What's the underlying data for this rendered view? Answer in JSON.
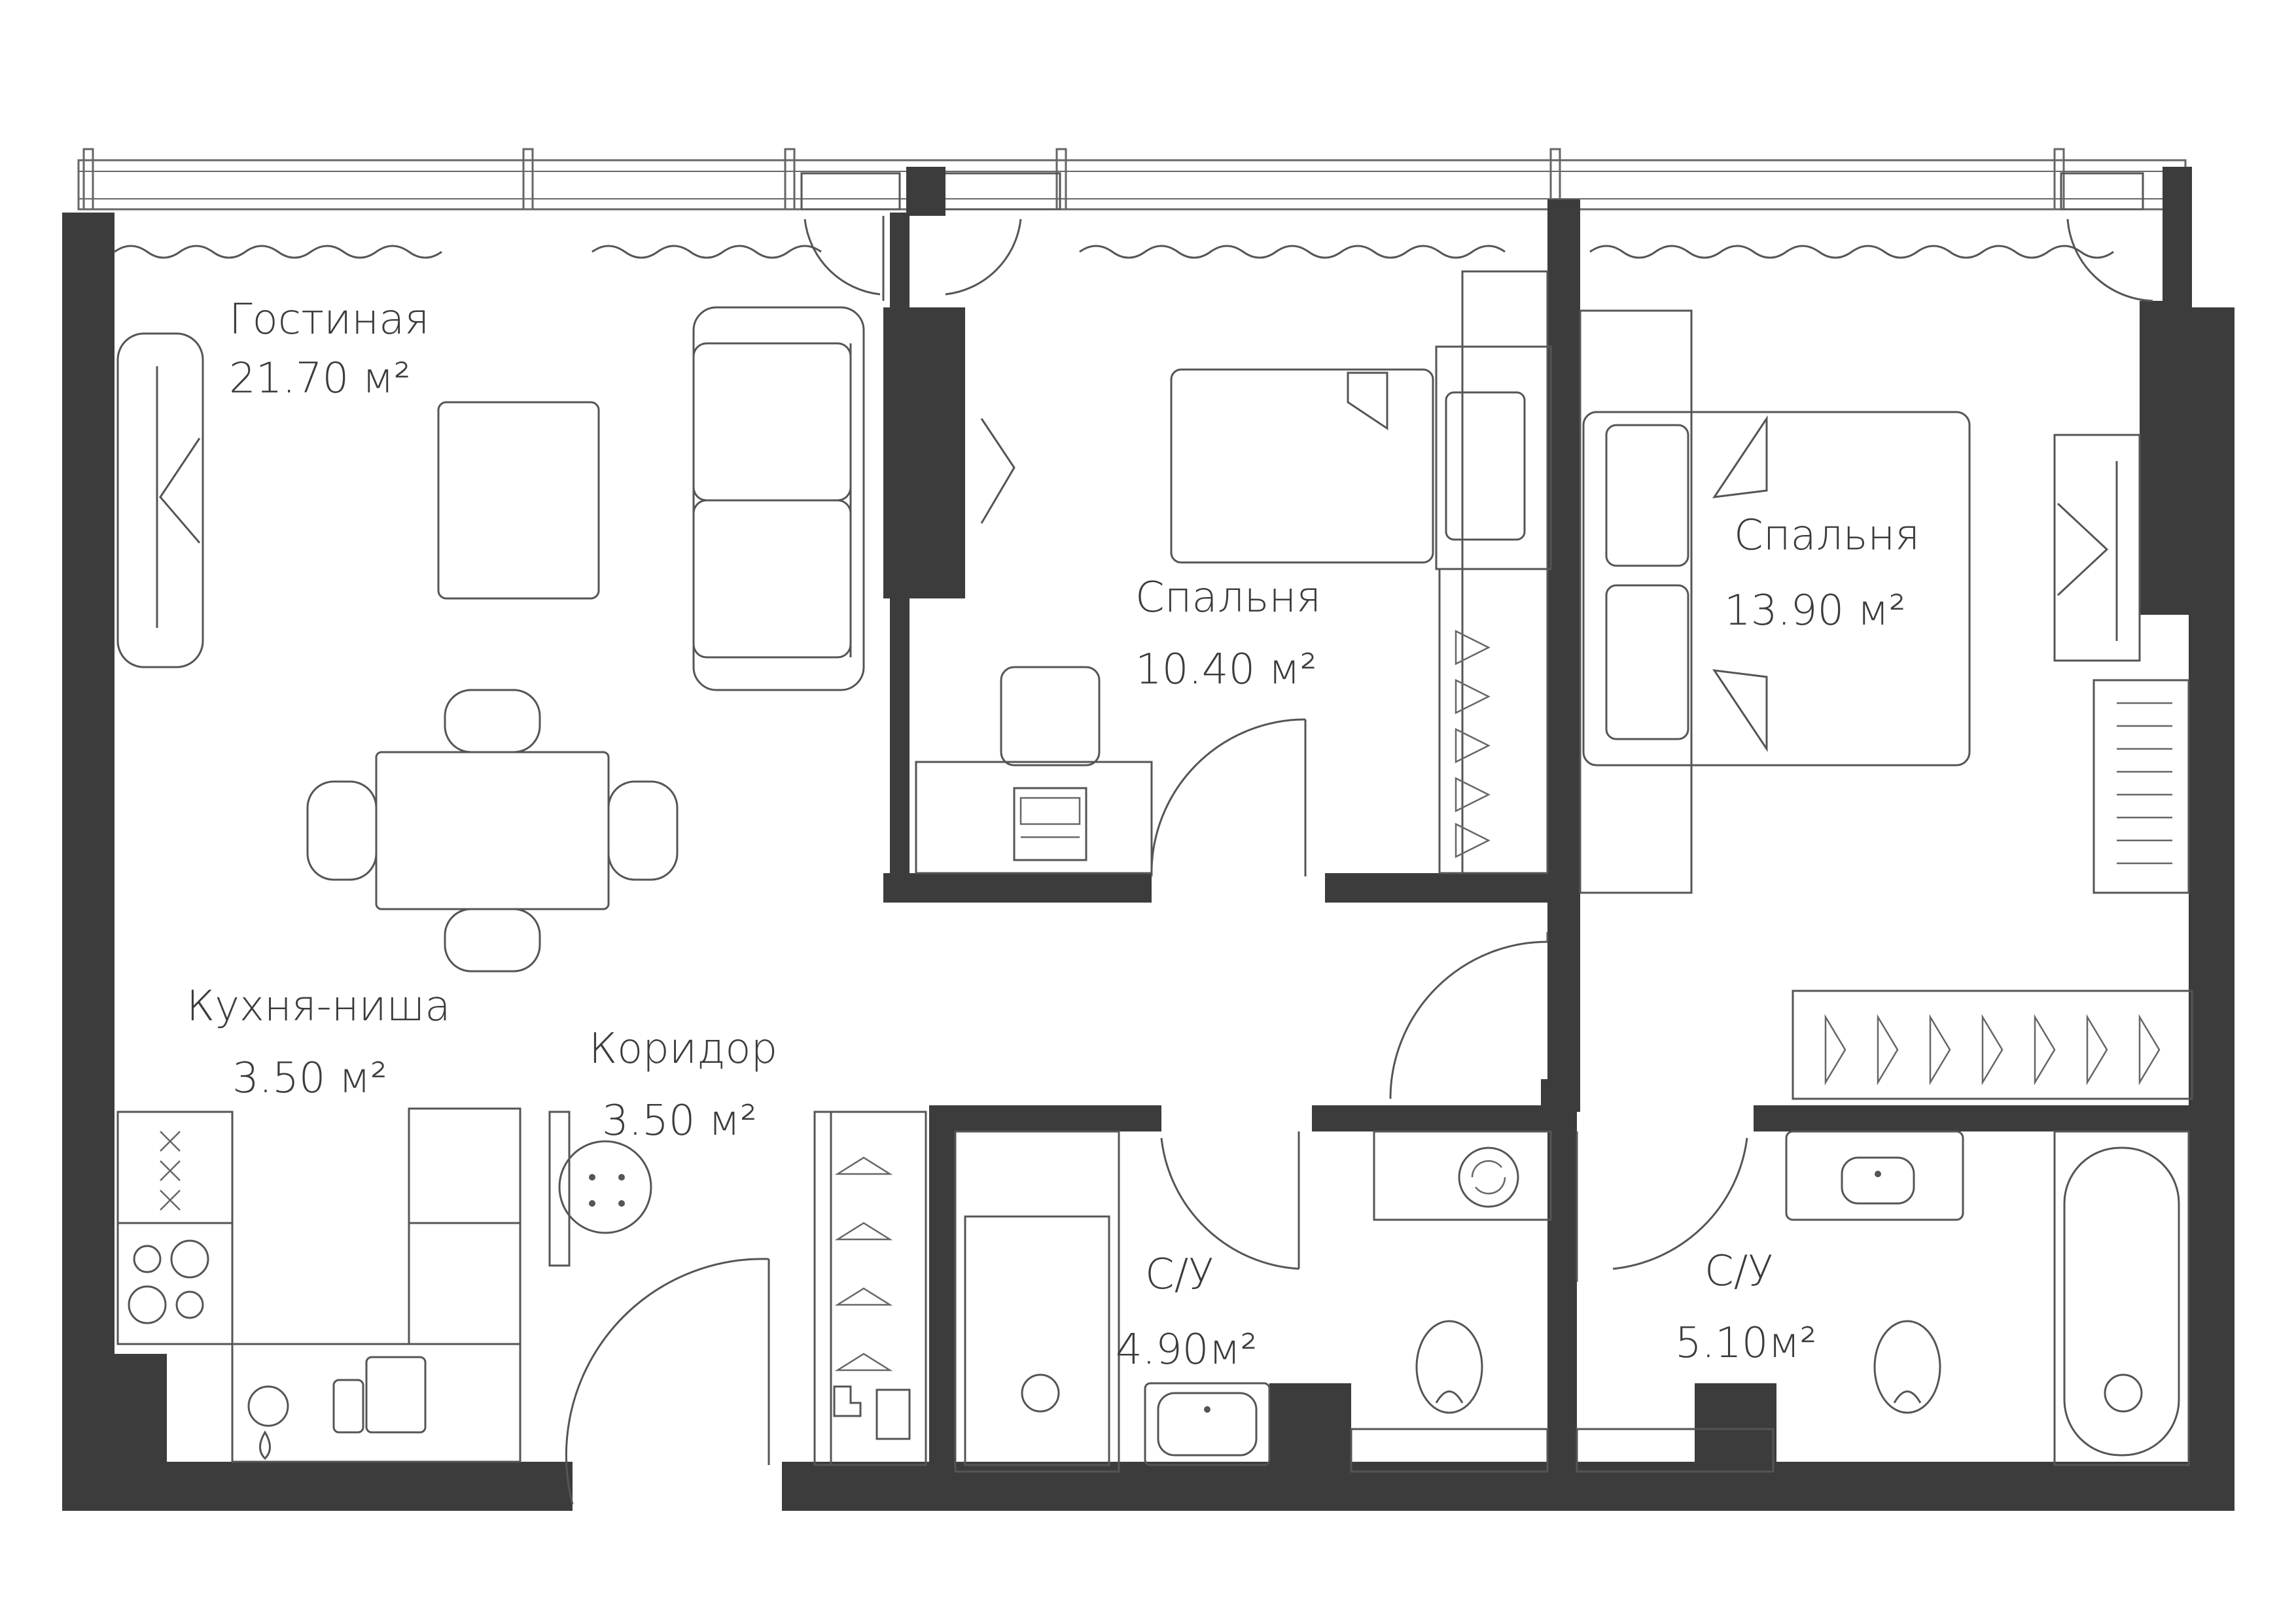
{
  "colors": {
    "wall": "#3c3c3c",
    "line": "#555555",
    "background": "#ffffff"
  },
  "rooms": {
    "living": {
      "name": "Гостиная",
      "area": "21.70 м²"
    },
    "bedroom_small": {
      "name": "Спальня",
      "area": "10.40 м²"
    },
    "bedroom_large": {
      "name": "Спальня",
      "area": "13.90 м²"
    },
    "kitchen": {
      "name": "Кухня-ниша",
      "area": "3.50 м²"
    },
    "corridor": {
      "name": "Коридор",
      "area": "3.50 м²"
    },
    "bath_left": {
      "name": "С/У",
      "area": "4.90м²"
    },
    "bath_right": {
      "name": "С/У",
      "area": "5.10м²"
    }
  },
  "icons": [
    "sofa-icon",
    "table-icon",
    "chair-icon",
    "bed-icon",
    "wardrobe-icon",
    "hanger-icon",
    "desk-icon",
    "laptop-icon",
    "stove-icon",
    "sink-icon",
    "toilet-icon",
    "bathtub-icon",
    "shower-icon",
    "washing-machine-icon",
    "door-swing-icon",
    "window-icon",
    "curtain-icon",
    "tv-icon"
  ]
}
